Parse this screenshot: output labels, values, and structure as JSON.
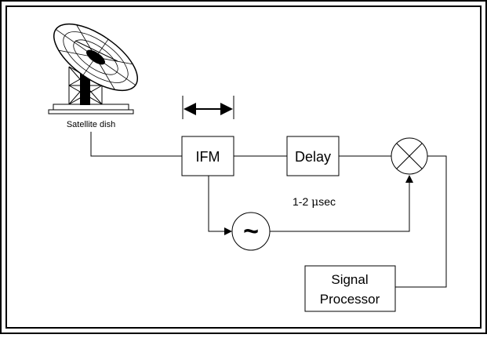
{
  "diagram": {
    "dish_label": "Satellite dish",
    "ifm_label": "IFM",
    "delay_label": "Delay",
    "delay_time_prefix": "1-2 ",
    "delay_time_mu": "μ",
    "delay_time_unit": "sec",
    "oscillator_symbol": "~",
    "processor_line1": "Signal",
    "processor_line2": "Processor"
  }
}
